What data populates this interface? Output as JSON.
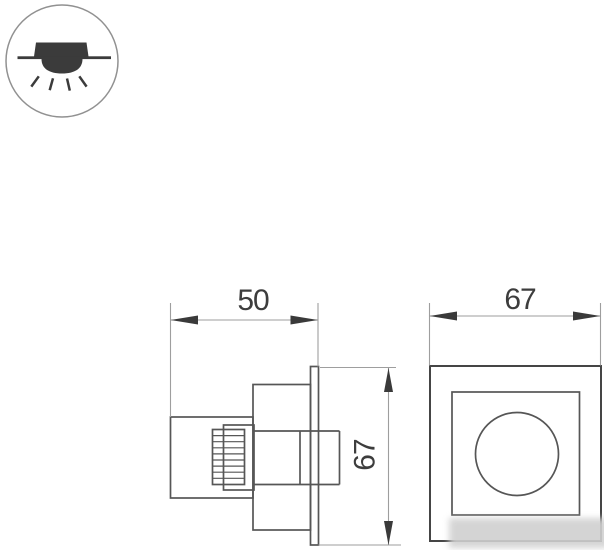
{
  "page": {
    "type": "technical-dimension-drawing",
    "background": "#ffffff"
  },
  "symbol_legend": {
    "icon": "recessed-downlight-icon"
  },
  "side_view": {
    "width_label": "50",
    "height_label": "67"
  },
  "front_view": {
    "width_label": "67"
  },
  "colors": {
    "drawing_lines": "#565656",
    "dimension_lines": "#9e9e9e",
    "arrows_and_text": "#3a3a3a",
    "icon_fill": "#3b3b3b",
    "watermark": "#d0d0d0"
  }
}
